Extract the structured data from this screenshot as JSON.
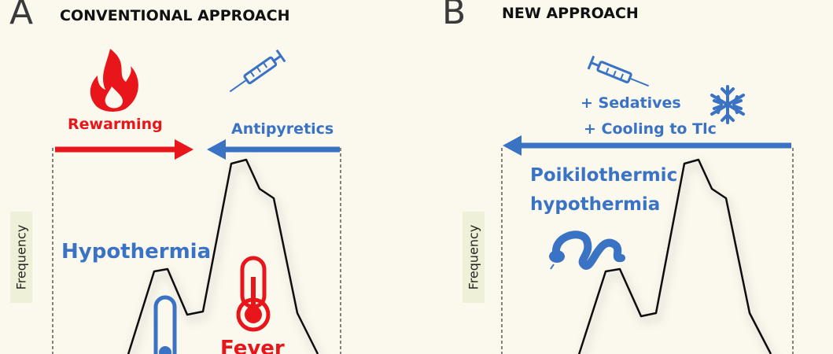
{
  "panel_a": {
    "letter": "A",
    "title": "CONVENTIONAL APPROACH",
    "rewarming_label": "Rewarming",
    "antipyretics_label": "Antipyretics",
    "hypothermia_label": "Hypothermia",
    "fever_label": "Fever",
    "y_axis_label": "Frequency"
  },
  "panel_b": {
    "letter": "B",
    "title": "NEW APPROACH",
    "sedatives_label": "+ Sedatives",
    "cooling_label": "+ Cooling to Tlc",
    "poikilothermic_line1": "Poikilothermic",
    "poikilothermic_line2": "hypothermia",
    "y_axis_label": "Frequency"
  },
  "colors": {
    "red": "#e8161b",
    "blue": "#3a73c4",
    "background": "#fbf8ee"
  },
  "icons": [
    "flame-icon",
    "syringe-icon",
    "snowflake-icon",
    "snake-icon",
    "thermometer-icon"
  ]
}
